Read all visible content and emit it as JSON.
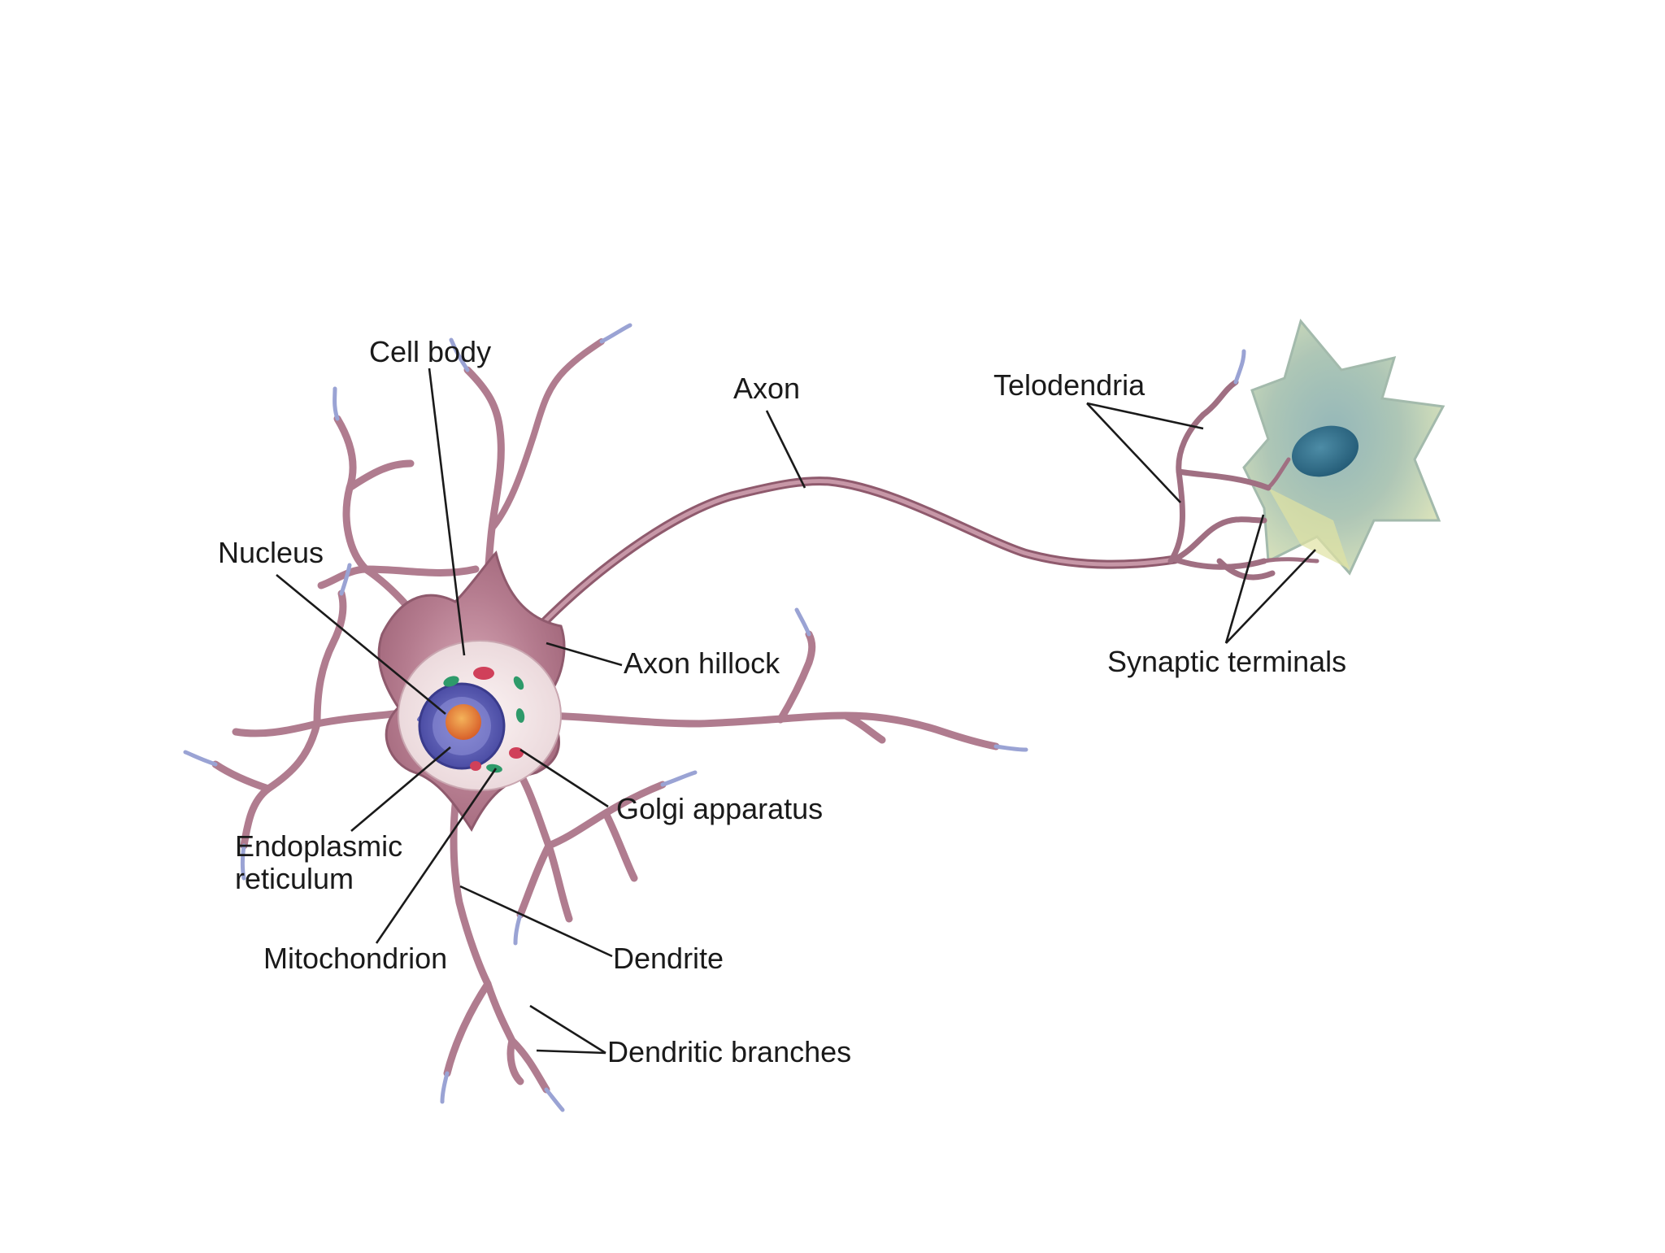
{
  "diagram": {
    "labels": {
      "cell_body": "Cell body",
      "axon": "Axon",
      "telodendria": "Telodendria",
      "nucleus": "Nucleus",
      "axon_hillock": "Axon hillock",
      "synaptic_terminals": "Synaptic terminals",
      "golgi_apparatus": "Golgi apparatus",
      "endoplasmic_reticulum_line1": "Endoplasmic",
      "endoplasmic_reticulum_line2": "reticulum",
      "mitochondrion": "Mitochondrion",
      "dendrite": "Dendrite",
      "dendritic_branches": "Dendritic branches"
    },
    "colors": {
      "neuron_membrane": "#b88293",
      "neuron_highlight": "#d9b3c0",
      "neuron_edge": "#8f5a6d",
      "dendrite_tip_blue": "#9aa3d4",
      "nucleus_purple": "#5a5cb0",
      "nucleolus_orange": "#e07a2a",
      "mitochondria_green": "#2e9a6a",
      "golgi_red": "#d0405a",
      "target_cell_teal": "#6d9fa8",
      "target_cell_yellow": "#d8dc9a",
      "target_nucleus": "#2f6f8a",
      "leader_lines": "#1a1a1a"
    }
  }
}
